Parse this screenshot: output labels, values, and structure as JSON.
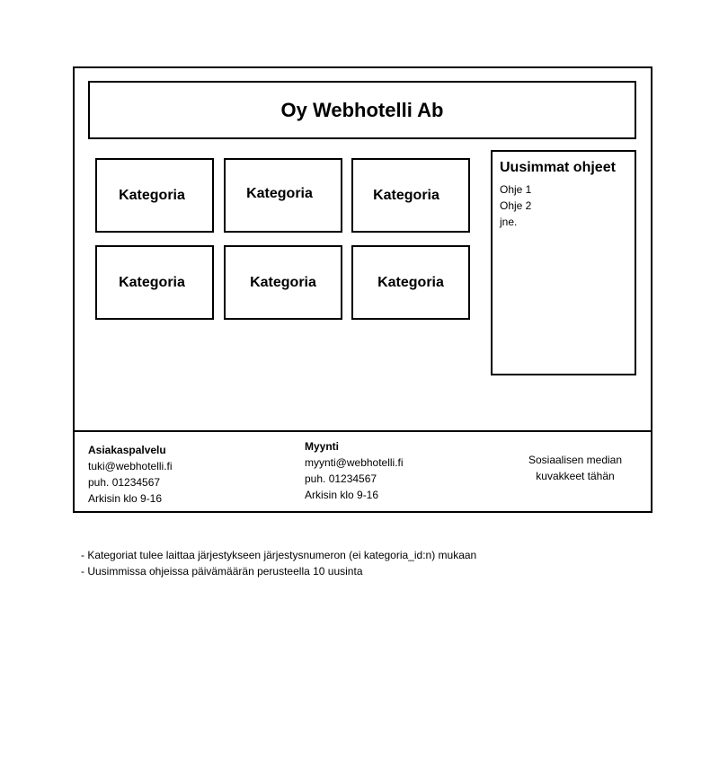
{
  "header": {
    "title": "Oy Webhotelli Ab"
  },
  "categories": [
    "Kategoria",
    "Kategoria",
    "Kategoria",
    "Kategoria",
    "Kategoria",
    "Kategoria"
  ],
  "sidebar": {
    "title": "Uusimmat ohjeet",
    "items": [
      "Ohje 1",
      "Ohje 2",
      "jne."
    ]
  },
  "footer": {
    "customer_service": {
      "title": "Asiakaspalvelu",
      "email": "tuki@webhotelli.fi",
      "phone": "puh. 01234567",
      "hours": "Arkisin klo 9-16"
    },
    "sales": {
      "title": "Myynti",
      "email": "myynti@webhotelli.fi",
      "phone": "puh. 01234567",
      "hours": "Arkisin klo 9-16"
    },
    "social": {
      "line1": "Sosiaalisen median",
      "line2": "kuvakkeet tähän"
    }
  },
  "notes": [
    "- Kategoriat tulee laittaa järjestykseen järjestysnumeron (ei kategoria_id:n) mukaan",
    "- Uusimmissa ohjeissa päivämäärän perusteella 10 uusinta"
  ]
}
